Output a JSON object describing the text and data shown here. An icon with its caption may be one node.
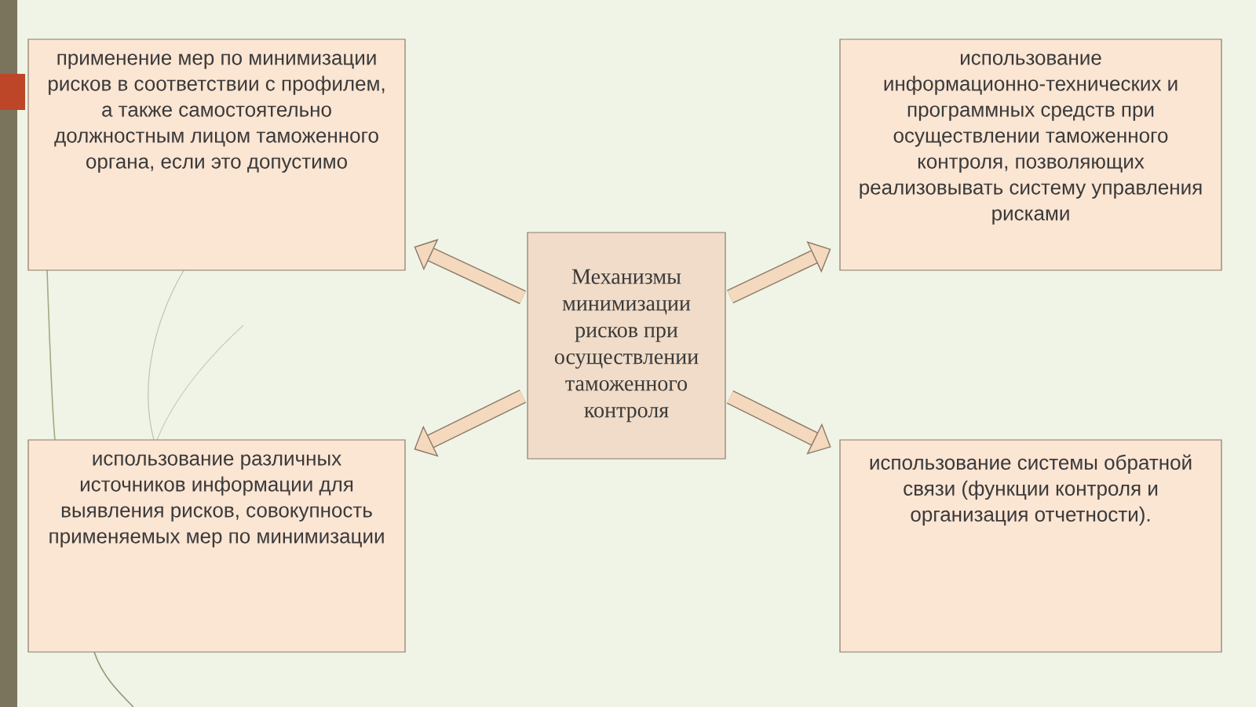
{
  "diagram": {
    "nodes": [
      {
        "text": [
          "применение мер по минимизации рисков в соответствии с профилем, а также самостоятельно должностным лицом таможенного органа, если это допустимо"
        ]
      },
      {
        "text": [
          "использование информационно-технических и программных средств при осуществлении таможенного контроля, позволяющих реализовывать систему управления рисками"
        ]
      },
      {
        "text": [
          "Механизмы минимизации рисков при осуществлении таможенного контроля"
        ]
      },
      {
        "text": [
          "использование различных источников информации для выявления рисков, совокупность применяемых мер по минимизации"
        ]
      },
      {
        "text": [
          "использование системы обратной связи (функции контроля и организация отчетности)."
        ]
      }
    ],
    "edges": [
      {
        "from": 2,
        "to": 0,
        "arrow": "to"
      },
      {
        "from": 2,
        "to": 1,
        "arrow": "to"
      },
      {
        "from": 2,
        "to": 3,
        "arrow": "to"
      },
      {
        "from": 2,
        "to": 4,
        "arrow": "to"
      }
    ]
  }
}
